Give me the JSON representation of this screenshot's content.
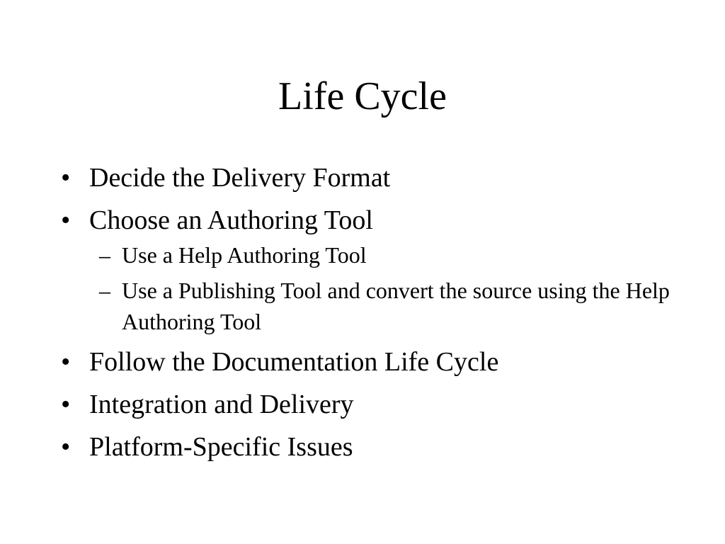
{
  "slide": {
    "title": "Life Cycle",
    "bullet_glyph": "•",
    "sub_glyph": "–",
    "items": [
      {
        "text": "Decide the Delivery Format"
      },
      {
        "text": "Choose an Authoring Tool",
        "sub": [
          "Use a Help Authoring Tool",
          "Use a Publishing Tool and convert the source using the Help Authoring Tool"
        ]
      },
      {
        "text": "Follow the Documentation Life Cycle"
      },
      {
        "text": "Integration and Delivery"
      },
      {
        "text": "Platform-Specific Issues"
      }
    ]
  }
}
